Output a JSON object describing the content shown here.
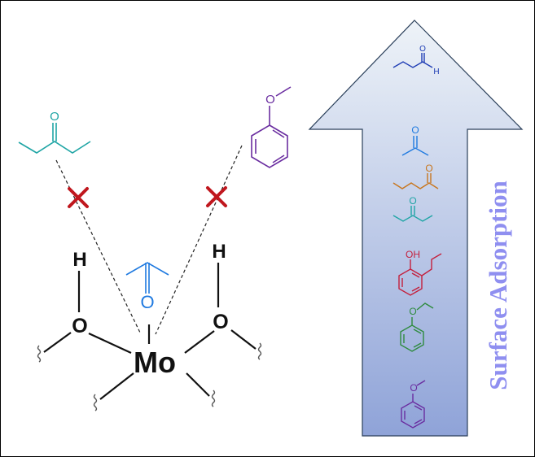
{
  "colors": {
    "black": "#111111",
    "teal": "#1fa5a5",
    "purple": "#6a2da0",
    "blue": "#1f7ae0",
    "orange": "#c8761e",
    "red": "#c41f3c",
    "green": "#2e8b3e",
    "navy": "#2b2bb0",
    "cross": "#c0171e",
    "arrow_fill_top": "#eef3f8",
    "arrow_fill_bottom": "#8fa3d8",
    "axis_label": "#8f8ff0"
  },
  "labels": {
    "mo": "Mo",
    "o": "O",
    "h": "H",
    "axis": "Surface Adsorption"
  },
  "molecules": [
    "butanal",
    "acetone",
    "2-pentanone",
    "3-pentanone",
    "2-propylphenol",
    "phenetole",
    "anisole"
  ]
}
